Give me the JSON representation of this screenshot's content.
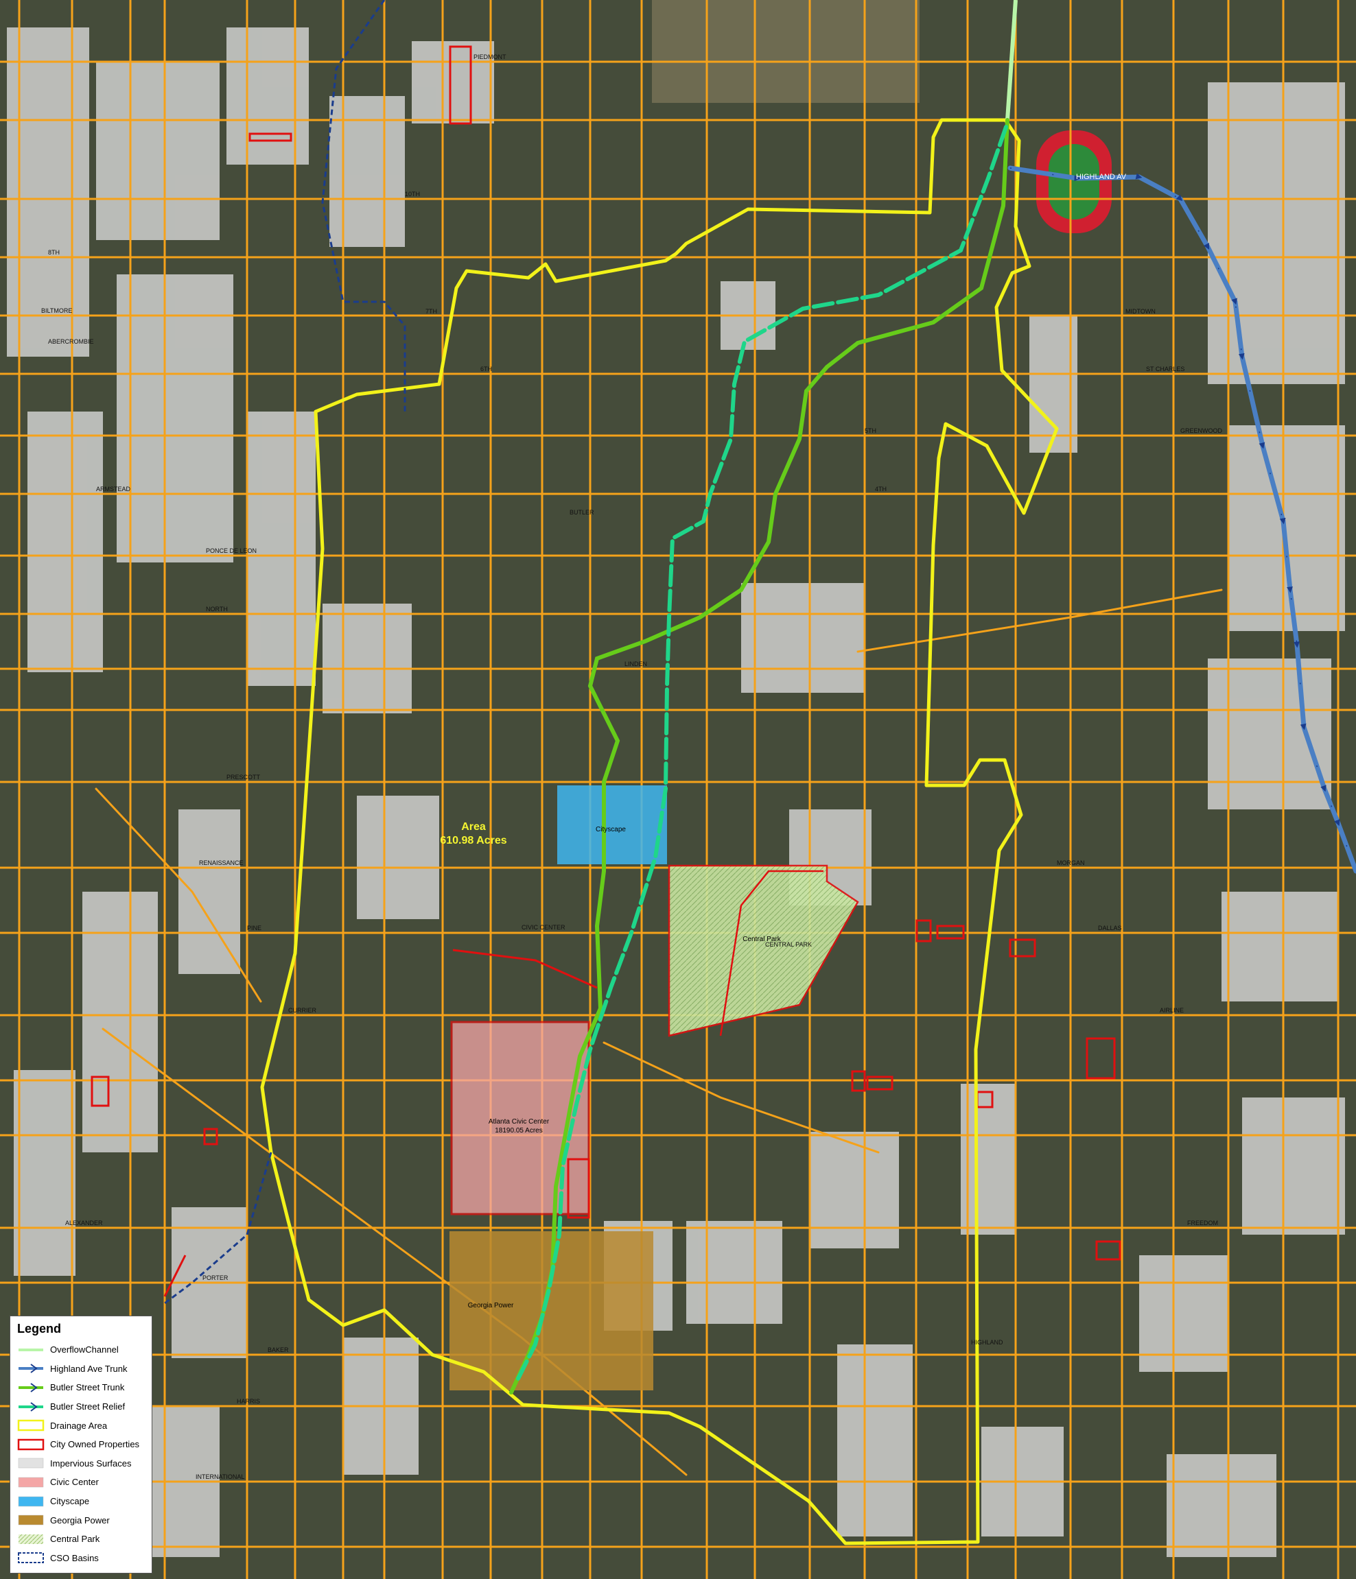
{
  "colors": {
    "overflow_channel": "#b8f5a8",
    "highland_trunk": "#4a7fc4",
    "butler_trunk": "#66cc1a",
    "butler_relief": "#1fd68a",
    "drainage_area": "#f2f21a",
    "city_owned": "#e01010",
    "impervious": "#e2e2e2",
    "civic_center": "#f4a6a6",
    "cityscape": "#3fb6f0",
    "georgia_power": "#b98a30",
    "central_park": "#c9e6a2",
    "cso_basins": "#1a3c8c",
    "sewer": "#f5a21a"
  },
  "map": {
    "area_label": "Area",
    "area_value": "610.98 Acres",
    "civic_center_label": "Atlanta Civic Center",
    "civic_center_area": "18190.05 Acres",
    "cityscape_label": "Cityscape",
    "central_park_label": "Central Park",
    "georgia_power_label": "Georgia Power",
    "highland_label": "HIGHLAND AV",
    "streets": [
      "PIEDMONT",
      "10TH",
      "8TH",
      "7TH",
      "6TH",
      "5TH",
      "4TH",
      "PONCE DE LEON",
      "NORTH",
      "LINDEN",
      "PRESCOTT",
      "RENAISSANCE",
      "PINE",
      "CURRIER",
      "ALEXANDER",
      "PORTER",
      "BAKER",
      "HARRIS",
      "INTERNATIONAL",
      "MORGAN",
      "DALLAS",
      "AIRLINE",
      "FREEDOM",
      "GREENWOOD",
      "ST CHARLES",
      "MIDTOWN",
      "ARMSTEAD",
      "BILTMORE",
      "ABERCROMBIE",
      "CIVIC CENTER",
      "CENTRAL PARK",
      "HIGHLAND",
      "BUTLER"
    ]
  },
  "legend": {
    "title": "Legend",
    "items": [
      {
        "label": "OverflowChannel",
        "kind": "line",
        "color_key": "overflow_channel"
      },
      {
        "label": "Highland Ave Trunk",
        "kind": "arrow",
        "color_key": "highland_trunk"
      },
      {
        "label": "Butler Street Trunk",
        "kind": "arrow",
        "color_key": "butler_trunk"
      },
      {
        "label": "Butler Street Relief",
        "kind": "arrow",
        "color_key": "butler_relief"
      },
      {
        "label": "Drainage Area",
        "kind": "outline",
        "color_key": "drainage_area"
      },
      {
        "label": "City Owned Properties",
        "kind": "outline",
        "color_key": "city_owned"
      },
      {
        "label": "Impervious Surfaces",
        "kind": "fill",
        "color_key": "impervious"
      },
      {
        "label": "Civic Center",
        "kind": "fill",
        "color_key": "civic_center"
      },
      {
        "label": "Cityscape",
        "kind": "fill",
        "color_key": "cityscape"
      },
      {
        "label": "Georgia Power",
        "kind": "fill",
        "color_key": "georgia_power"
      },
      {
        "label": "Central Park",
        "kind": "hatch",
        "color_key": "central_park"
      },
      {
        "label": "CSO Basins",
        "kind": "dashed",
        "color_key": "cso_basins"
      }
    ]
  }
}
